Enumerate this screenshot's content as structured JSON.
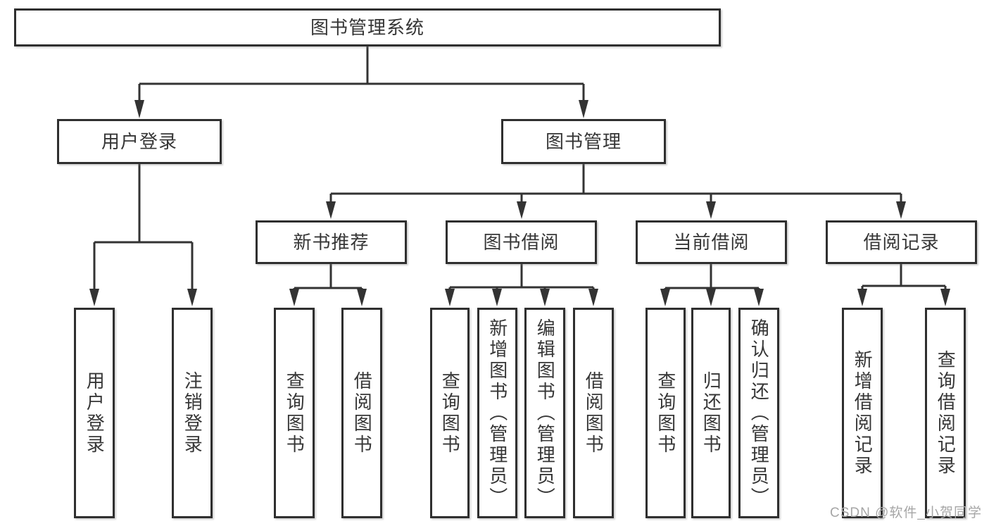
{
  "diagram": {
    "title": "图书管理系统",
    "type": "hierarchy-function-structure",
    "watermark": "CSDN @软件_小贺同学",
    "colors": {
      "line": "#333333",
      "box_border": "#2f2f2f",
      "text": "#363636",
      "background": "#ffffff",
      "watermark": "#a6a6a6"
    }
  },
  "nodes": {
    "root": {
      "label": "图书管理系统"
    },
    "level2": [
      {
        "label": "用户登录"
      },
      {
        "label": "图书管理"
      }
    ],
    "level3": [
      {
        "label": "新书推荐"
      },
      {
        "label": "图书借阅"
      },
      {
        "label": "当前借阅"
      },
      {
        "label": "借阅记录"
      }
    ],
    "leaves": [
      {
        "label": "用户登录"
      },
      {
        "label": "注销登录"
      },
      {
        "label": "查询图书"
      },
      {
        "label": "借阅图书"
      },
      {
        "label": "查询图书"
      },
      {
        "label": "新增图书（管理员）"
      },
      {
        "label": "编辑图书（管理员）"
      },
      {
        "label": "借阅图书"
      },
      {
        "label": "查询图书"
      },
      {
        "label": "归还图书"
      },
      {
        "label": "确认归还（管理员）"
      },
      {
        "label": "新增借阅记录"
      },
      {
        "label": "查询借阅记录"
      }
    ]
  },
  "hierarchy": [
    {
      "parent": "图书管理系统",
      "children": [
        "用户登录",
        "图书管理"
      ]
    },
    {
      "parent": "用户登录",
      "children": [
        "用户登录",
        "注销登录"
      ]
    },
    {
      "parent": "图书管理",
      "children": [
        "新书推荐",
        "图书借阅",
        "当前借阅",
        "借阅记录"
      ]
    },
    {
      "parent": "新书推荐",
      "children": [
        "查询图书",
        "借阅图书"
      ]
    },
    {
      "parent": "图书借阅",
      "children": [
        "查询图书",
        "新增图书（管理员）",
        "编辑图书（管理员）",
        "借阅图书"
      ]
    },
    {
      "parent": "当前借阅",
      "children": [
        "查询图书",
        "归还图书",
        "确认归还（管理员）"
      ]
    },
    {
      "parent": "借阅记录",
      "children": [
        "新增借阅记录",
        "查询借阅记录"
      ]
    }
  ]
}
